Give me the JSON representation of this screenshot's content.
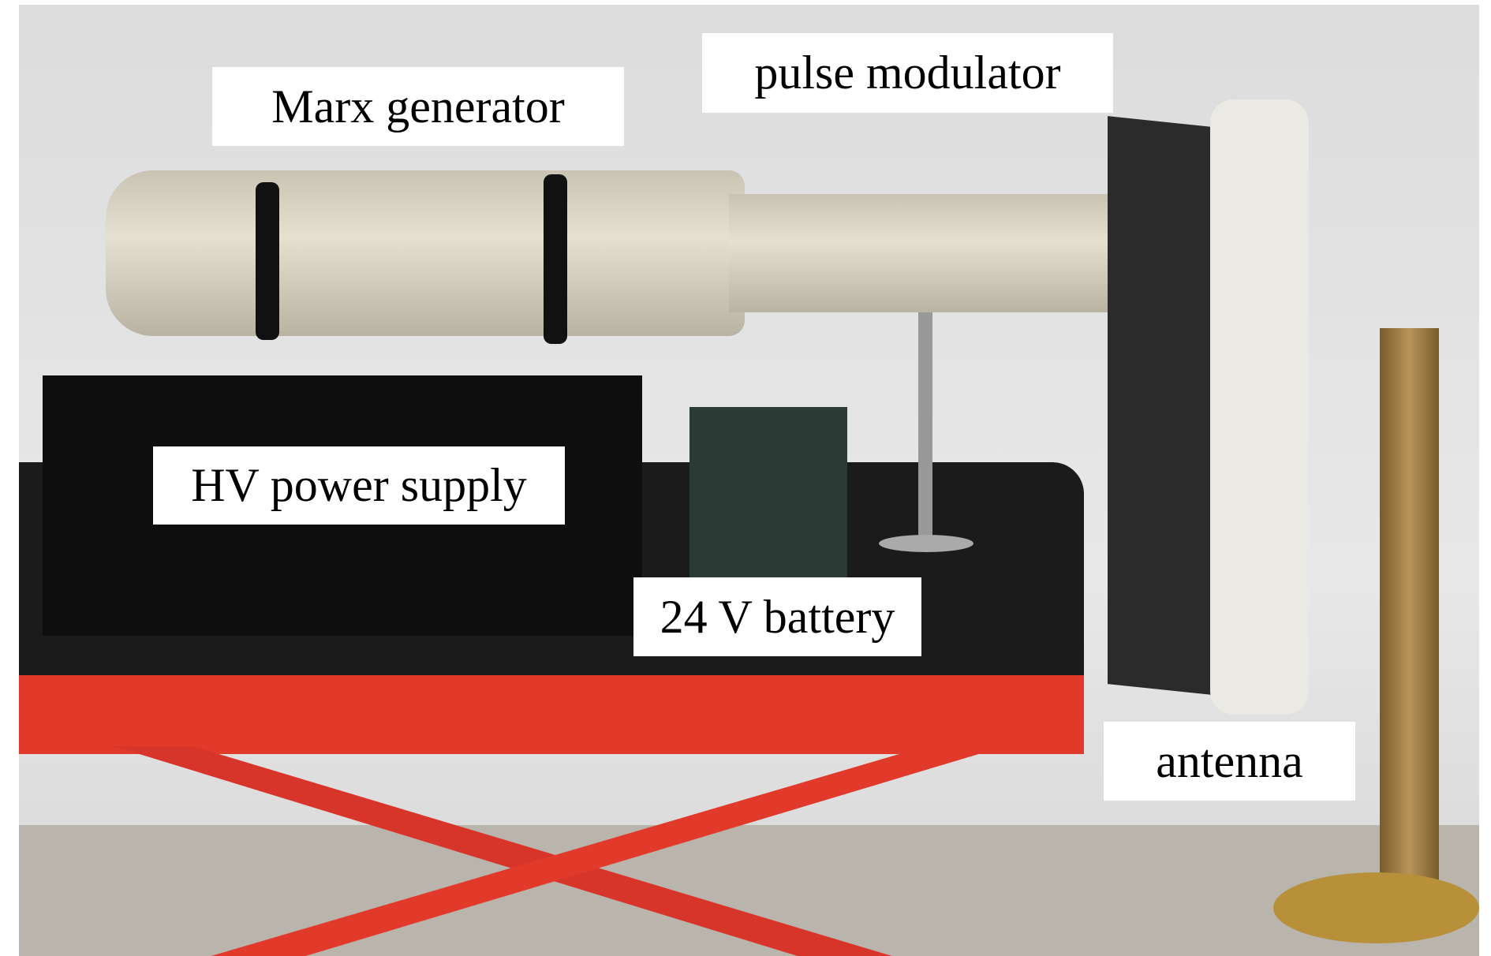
{
  "figure": {
    "labels": {
      "marx_generator": "Marx generator",
      "pulse_modulator": "pulse modulator",
      "hv_power_supply": "HV power supply",
      "battery": "24 V battery",
      "antenna": "antenna"
    },
    "colors": {
      "wall": "#e0e0e0",
      "table_top": "#151515",
      "lift_red": "#e23a2a",
      "tube": "#d8d2c2",
      "antenna": "#e8e6e0",
      "post": "#9a7a40"
    }
  }
}
